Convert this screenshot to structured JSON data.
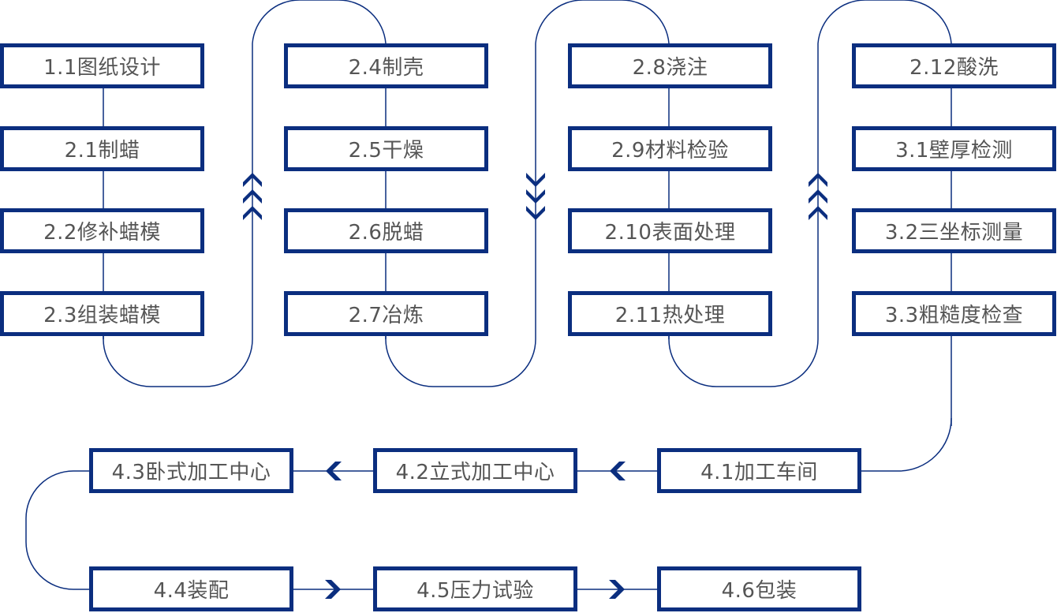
{
  "colors": {
    "accent": "#0b2e7f",
    "text": "#555555",
    "background": "#ffffff"
  },
  "columns": [
    {
      "steps": [
        "1.1图纸设计",
        "2.1制蜡",
        "2.2修补蜡模",
        "2.3组装蜡模"
      ],
      "flow": "down"
    },
    {
      "steps": [
        "2.4制壳",
        "2.5干燥",
        "2.6脱蜡",
        "2.7冶炼"
      ],
      "flow": "down"
    },
    {
      "steps": [
        "2.8浇注",
        "2.9材料检验",
        "2.10表面处理",
        "2.11热处理"
      ],
      "flow": "down"
    },
    {
      "steps": [
        "2.12酸洗",
        "3.1壁厚检测",
        "3.2三坐标测量",
        "3.3粗糙度检查"
      ],
      "flow": "down"
    }
  ],
  "connector_arrows": [
    {
      "between": "2.3组装蜡模→2.4制壳",
      "icon": "triple-chevron-up-icon"
    },
    {
      "between": "2.7冶炼→2.8浇注",
      "icon": "triple-chevron-down-icon"
    },
    {
      "between": "2.11热处理→2.12酸洗",
      "icon": "triple-chevron-up-icon"
    }
  ],
  "bottom_rows": [
    {
      "steps": [
        "4.3卧式加工中心",
        "4.2立式加工中心",
        "4.1加工车间"
      ],
      "flow": "left",
      "arrow_icon": "chevron-left-icon"
    },
    {
      "steps": [
        "4.4装配",
        "4.5压力试验",
        "4.6包装"
      ],
      "flow": "right",
      "arrow_icon": "chevron-right-icon"
    }
  ]
}
